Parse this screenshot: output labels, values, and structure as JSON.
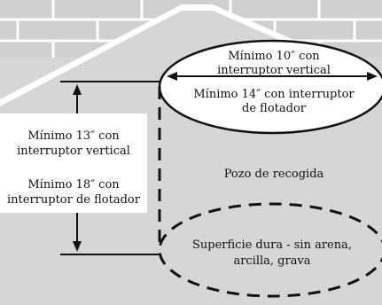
{
  "labels": {
    "top_ellipse": {
      "line1": "Mínimo 10″ con",
      "line2": "interruptor vertical"
    },
    "top_ellipse_inner": {
      "line1": "Mínimo 14″ con interruptor",
      "line2": "de flotador"
    },
    "left_vertical": {
      "line1": "Mínimo 13″ con",
      "line2": "interruptor vertical"
    },
    "left_float": {
      "line1": "Mínimo 18″ con",
      "line2": "interruptor de flotador"
    },
    "center": {
      "line1": "Pozo de recogida"
    },
    "bottom": {
      "line1": "Superficie dura - sin arena,",
      "line2": "arcilla, grava"
    }
  },
  "colors": {
    "background": "#d6d6d6",
    "wall": "#d0d0d0",
    "mortar": "#ffffff",
    "line": "#111111",
    "label_bg": "#ffffff"
  }
}
